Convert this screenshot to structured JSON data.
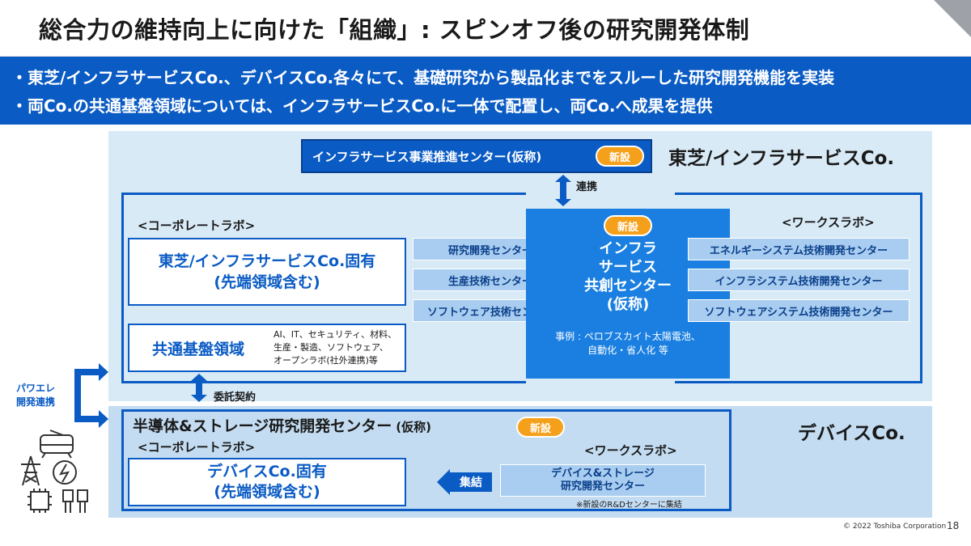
{
  "header": {
    "title": "総合力の維持向上に向けた「組織」: スピンオフ後の研究開発体制",
    "bullets": [
      "・東芝/インフラサービスCo.、デバイスCo.各々にて、基礎研究から製品化までをスルーした研究開発機能を実装",
      "・両Co.の共通基盤領域については、インフラサービスCo.に一体で配置し、両Co.へ成果を提供"
    ]
  },
  "infra_company": {
    "name": "東芝/インフラサービスCo.",
    "promo_center": {
      "label": "インフラサービス事業推進センター(仮称)",
      "badge": "新設"
    },
    "link_label": "連携",
    "corporate_lab": {
      "heading": "<コーポレートラボ>",
      "proprietary": {
        "line1": "東芝/インフラサービスCo.固有",
        "line2": "(先端領域含む)"
      },
      "common": {
        "label": "共通基盤領域",
        "details": [
          "AI、IT、セキュリティ、材料、",
          "生産・製造、ソフトウェア、",
          "オープンラボ(社外連携)等"
        ]
      },
      "centers": [
        "研究開発センター",
        "生産技術センター",
        "ソフトウェア技術センター"
      ]
    },
    "cocreation_center": {
      "badge": "新設",
      "lines": [
        "インフラ",
        "サービス",
        "共創センター",
        "(仮称)"
      ],
      "example_lines": [
        "事例 : ペロブスカイト太陽電池、",
        "自動化・省人化 等"
      ]
    },
    "work_lab": {
      "heading": "<ワークスラボ>",
      "centers": [
        "エネルギーシステム技術開発センター",
        "インフラシステム技術開発センター",
        "ソフトウェアシステム技術開発センター"
      ]
    }
  },
  "contract_label": "委託契約",
  "power_link": {
    "line1": "パワエレ",
    "line2": "開発連携"
  },
  "device_company": {
    "name": "デバイスCo.",
    "semi_center": {
      "label": "半導体&ストレージ研究開発センター",
      "suffix": "(仮称)",
      "badge": "新設"
    },
    "corporate_lab": {
      "heading": "<コーポレートラボ>",
      "line1": "デバイスCo.固有",
      "line2": "(先端領域含む)"
    },
    "work_lab": {
      "heading": "<ワークスラボ>",
      "line1": "デバイス&ストレージ",
      "line2": "研究開発センター"
    },
    "consolidate_label": "集結",
    "note": "※新設のR&Dセンターに集結"
  },
  "footer": {
    "copyright": "© 2022 Toshiba Corporation",
    "page": "18"
  },
  "icons": [
    "train-icon",
    "transmission-tower-icon",
    "power-icon",
    "chip-icon",
    "transistor-icon"
  ],
  "colors": {
    "primary_blue": "#0a5bc4",
    "badge_orange": "#f5a01a",
    "panel_light": "#d9eaf7",
    "panel_device": "#c3dcf1"
  }
}
